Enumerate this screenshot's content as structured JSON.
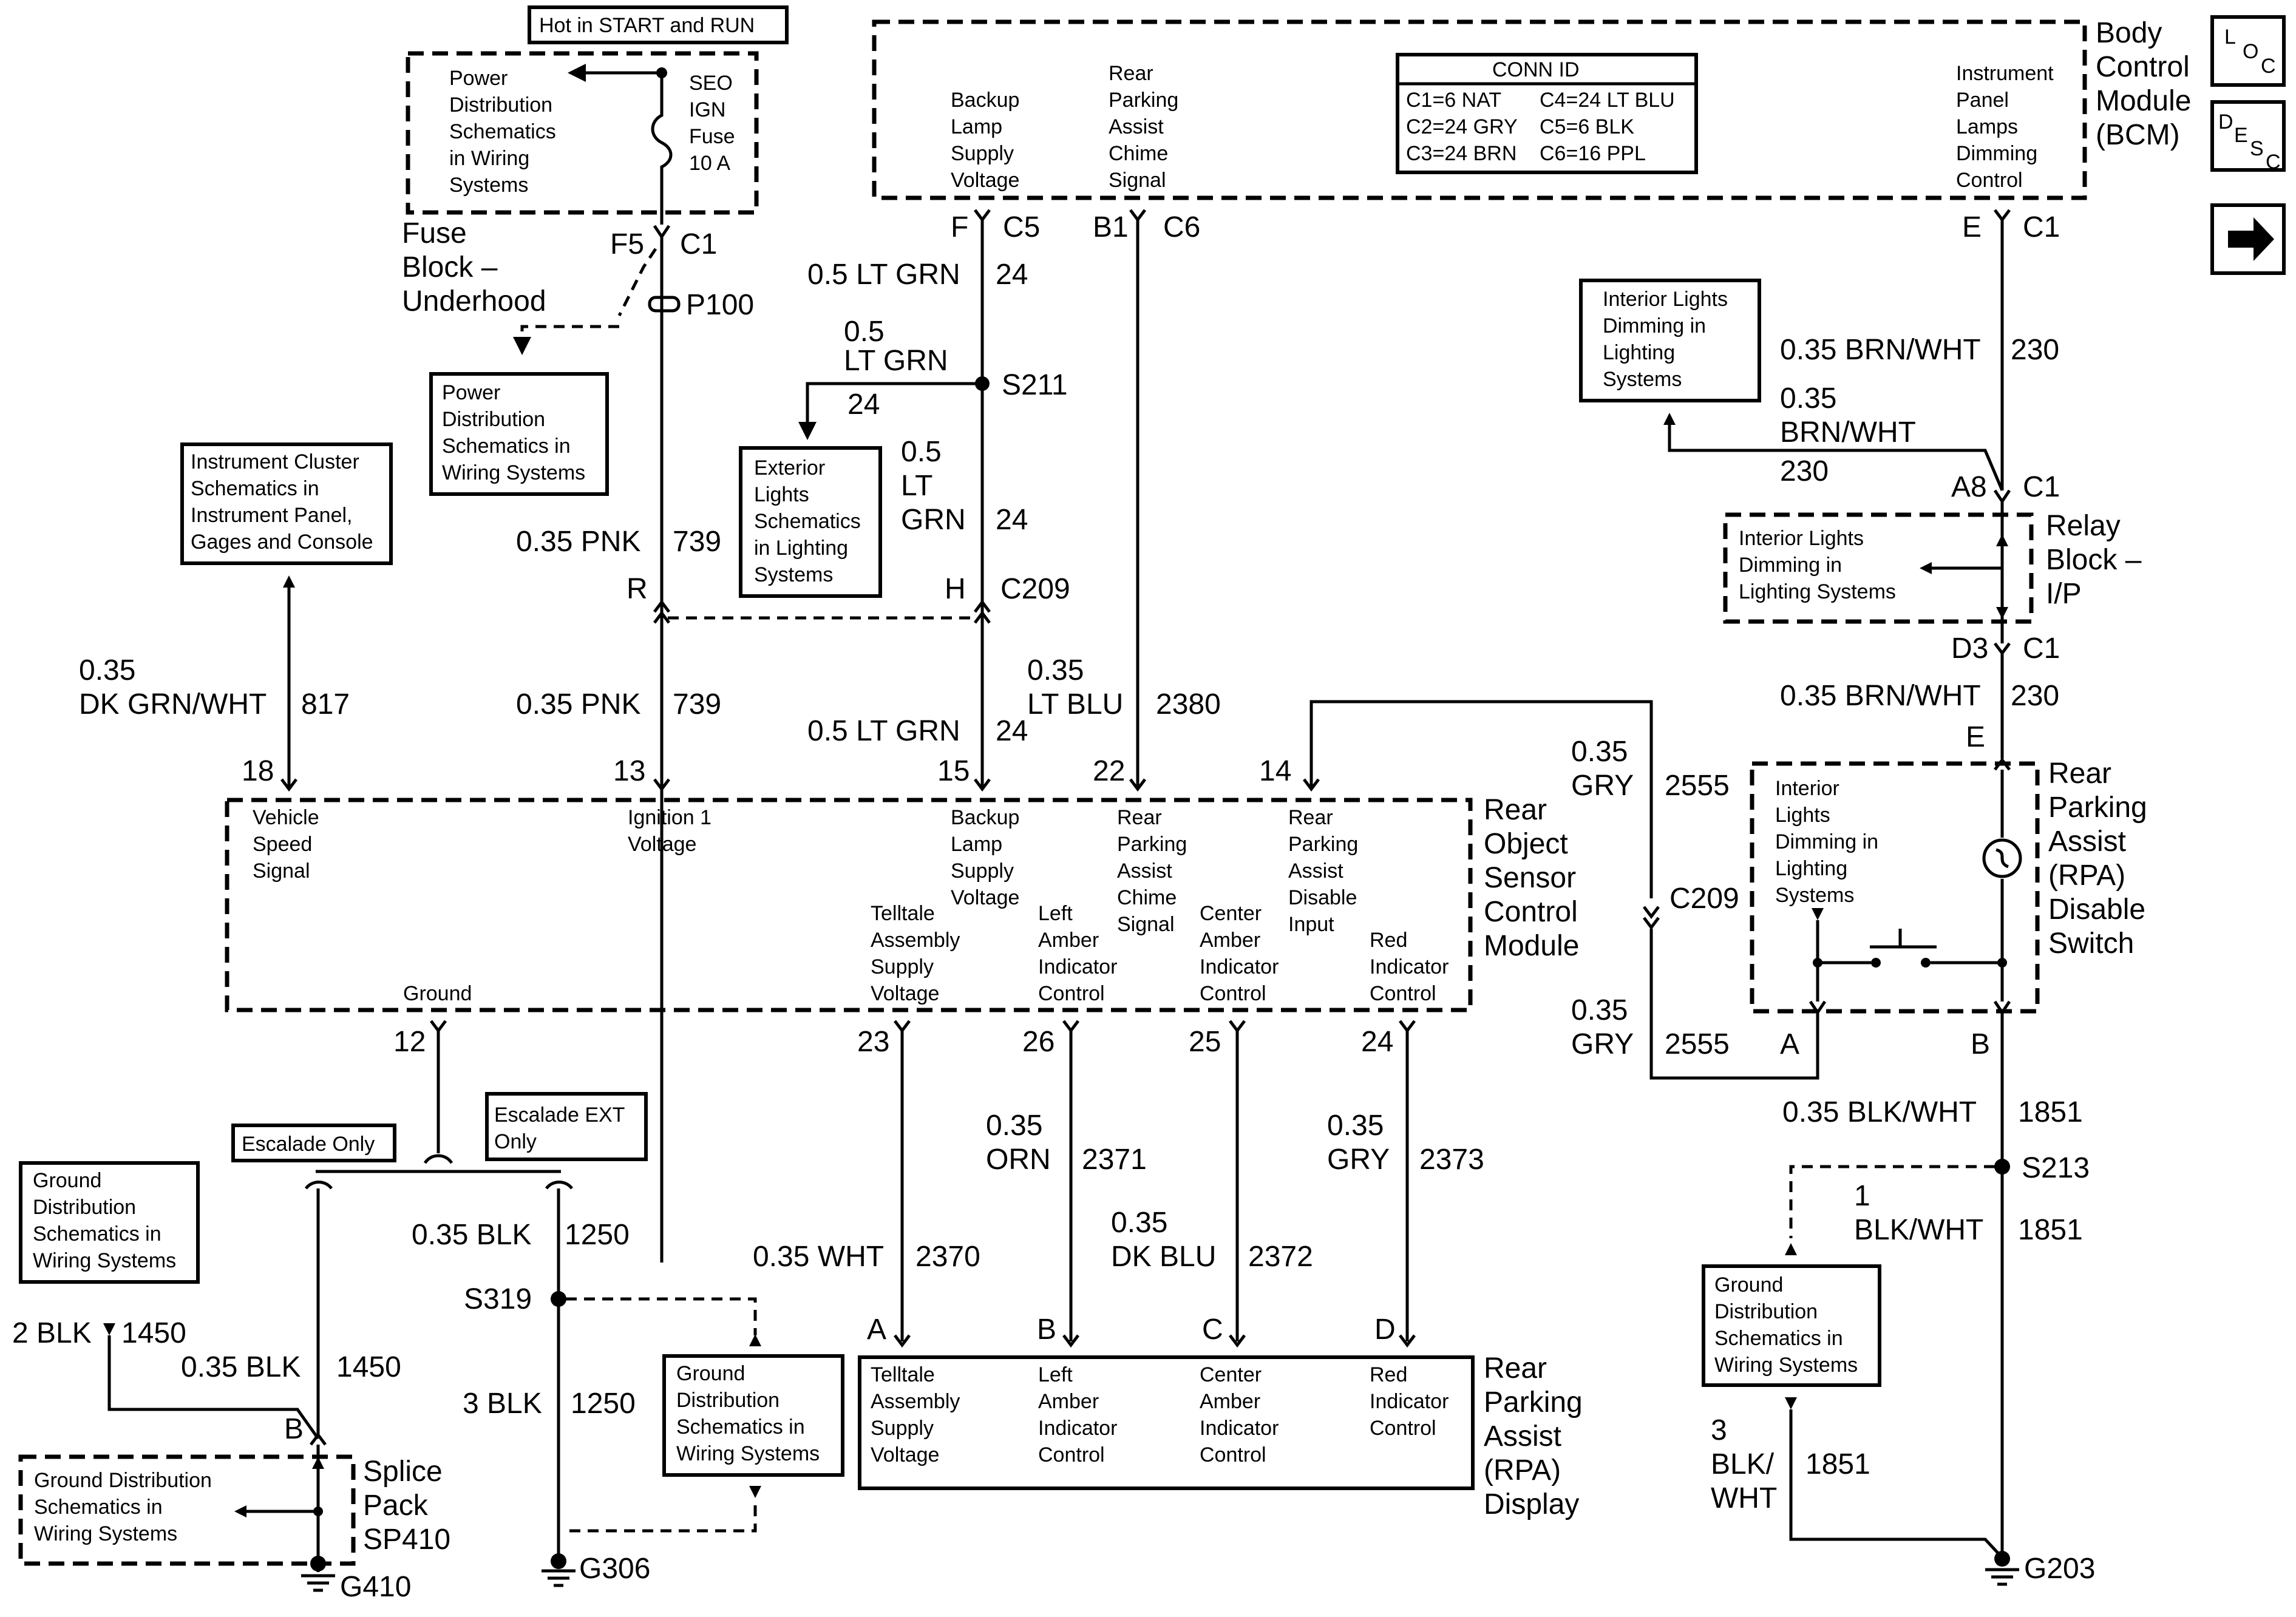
{
  "hot_label": "Hot in START and RUN",
  "power_dist_top": [
    "Power",
    "Distribution",
    "Schematics",
    "in Wiring",
    "Systems"
  ],
  "fuse_label": [
    "SEO",
    "IGN",
    "Fuse",
    "10 A"
  ],
  "fuse_block": [
    "Fuse",
    "Block –",
    "Underhood"
  ],
  "f5": "F5",
  "c1_fuse": "C1",
  "p100": "P100",
  "power_dist_box2": [
    "Power",
    "Distribution",
    "Schematics in",
    "Wiring Systems"
  ],
  "ic_box": [
    "Instrument Cluster",
    "Schematics in",
    "Instrument Panel,",
    "Gages and Console"
  ],
  "wire_dkgrn_a": "0.35",
  "wire_dkgrn_b": "DK GRN/WHT",
  "wire_dkgrn_n": "817",
  "pnk_upper": "0.35 PNK",
  "pnk_upper_n": "739",
  "pnk_lower": "0.35 PNK",
  "pnk_lower_n": "739",
  "pin_r": "R",
  "pin_h": "H",
  "c209_a": "C209",
  "bcm_conn_title": "CONN ID",
  "bcm_conn_rows": [
    [
      "C1=6 NAT",
      "C4=24 LT BLU"
    ],
    [
      "C2=24 GRY",
      "C5=6 BLK"
    ],
    [
      "C3=24 BRN",
      "C6=16 PPL"
    ]
  ],
  "bcm_backup": [
    "Backup",
    "Lamp",
    "Supply",
    "Voltage"
  ],
  "bcm_rear": [
    "Rear",
    "Parking",
    "Assist",
    "Chime",
    "Signal"
  ],
  "bcm_ipl": [
    "Instrument",
    "Panel",
    "Lamps",
    "Dimming",
    "Control"
  ],
  "bcm_title": [
    "Body",
    "Control",
    "Module",
    "(BCM)"
  ],
  "pin_f": "F",
  "c5": "C5",
  "pin_b1": "B1",
  "c6": "C6",
  "pin_e_top": "E",
  "c1_bcm": "C1",
  "ltgrn_upper": "0.5 LT GRN",
  "ltgrn_upper_n": "24",
  "s211": "S211",
  "ltgrn_branch": [
    "0.5",
    "LT GRN"
  ],
  "ltgrn_branch_n": "24",
  "ext_lights_box": [
    "Exterior",
    "Lights",
    "Schematics",
    "in Lighting",
    "Systems"
  ],
  "ltgrn_mid": [
    "0.5",
    "LT",
    "GRN"
  ],
  "ltgrn_mid_n": "24",
  "ltgrn_lower": "0.5 LT GRN",
  "ltgrn_lower_n": "24",
  "ltblu": [
    "0.35",
    "LT BLU"
  ],
  "ltblu_n": "2380",
  "int_dim_box": [
    "Interior Lights",
    "Dimming in",
    "Lighting",
    "Systems"
  ],
  "brnwht_1": "0.35 BRN/WHT",
  "brnwht_1_n": "230",
  "brnwht_2": [
    "0.35",
    "BRN/WHT"
  ],
  "brnwht_2_n": "230",
  "a8": "A8",
  "c1_relay_top": "C1",
  "relay_int": [
    "Interior Lights",
    "Dimming in",
    "Lighting Systems"
  ],
  "relay_title": [
    "Relay",
    "Block –",
    "I/P"
  ],
  "d3": "D3",
  "c1_relay_bot": "C1",
  "brnwht_3": "0.35 BRN/WHT",
  "brnwht_3_n": "230",
  "pin_e_rpa": "E",
  "gry_top": [
    "0.35",
    "GRY"
  ],
  "gry_top_n": "2555",
  "c209_b": "C209",
  "gry_bot": [
    "0.35",
    "GRY"
  ],
  "gry_bot_n": "2555",
  "rpa_int": [
    "Interior",
    "Lights",
    "Dimming in",
    "Lighting",
    "Systems"
  ],
  "rpa_sw_title": [
    "Rear",
    "Parking",
    "Assist",
    "(RPA)",
    "Disable",
    "Switch"
  ],
  "pin_a_sw": "A",
  "pin_b_sw": "B",
  "rosc_pins": [
    "18",
    "13",
    "15",
    "22",
    "14"
  ],
  "rosc_vss": [
    "Vehicle",
    "Speed",
    "Signal"
  ],
  "rosc_ign": [
    "Ignition 1",
    "Voltage"
  ],
  "rosc_backup": [
    "Backup",
    "Lamp",
    "Supply",
    "Voltage"
  ],
  "rosc_chime": [
    "Rear",
    "Parking",
    "Assist",
    "Chime",
    "Signal"
  ],
  "rosc_disable": [
    "Rear",
    "Parking",
    "Assist",
    "Disable",
    "Input"
  ],
  "rosc_telltale": [
    "Telltale",
    "Assembly",
    "Supply",
    "Voltage"
  ],
  "rosc_left": [
    "Left",
    "Amber",
    "Indicator",
    "Control"
  ],
  "rosc_center": [
    "Center",
    "Amber",
    "Indicator",
    "Control"
  ],
  "rosc_red": [
    "Red",
    "Indicator",
    "Control"
  ],
  "rosc_ground": "Ground",
  "rosc_title": [
    "Rear",
    "Object",
    "Sensor",
    "Control",
    "Module"
  ],
  "pin_12": "12",
  "pin_23": "23",
  "pin_26": "26",
  "pin_25": "25",
  "pin_24": "24",
  "escalade_only": "Escalade Only",
  "escalade_ext": [
    "Escalade EXT",
    "Only"
  ],
  "ground_box_left": [
    "Ground",
    "Distribution",
    "Schematics in",
    "Wiring Systems"
  ],
  "blk2": "2 BLK",
  "blk2_n": "1450",
  "blk035a": "0.35 BLK",
  "blk035a_n": "1450",
  "blk035b": "0.35 BLK",
  "blk035b_n": "1250",
  "s319": "S319",
  "blk3": "3 BLK",
  "blk3_n": "1250",
  "ground_box_mid": [
    "Ground",
    "Distribution",
    "Schematics in",
    "Wiring Systems"
  ],
  "pin_b_splice": "B",
  "splice_gd": [
    "Ground Distribution",
    "Schematics in",
    "Wiring Systems"
  ],
  "splice_title": [
    "Splice",
    "Pack",
    "SP410"
  ],
  "g410": "G410",
  "g306": "G306",
  "wht_w": "0.35 WHT",
  "wht_n": "2370",
  "orn_w": [
    "0.35",
    "ORN"
  ],
  "orn_n": "2371",
  "dkblu_w": [
    "0.35",
    "DK BLU"
  ],
  "dkblu_n": "2372",
  "gry2_w": [
    "0.35",
    "GRY"
  ],
  "gry2_n": "2373",
  "disp_pins": [
    "A",
    "B",
    "C",
    "D"
  ],
  "disp_telltale": [
    "Telltale",
    "Assembly",
    "Supply",
    "Voltage"
  ],
  "disp_left": [
    "Left",
    "Amber",
    "Indicator",
    "Control"
  ],
  "disp_center": [
    "Center",
    "Amber",
    "Indicator",
    "Control"
  ],
  "disp_red": [
    "Red",
    "Indicator",
    "Control"
  ],
  "disp_title": [
    "Rear",
    "Parking",
    "Assist",
    "(RPA)",
    "Display"
  ],
  "blkwht_1": "0.35 BLK/WHT",
  "blkwht_1_n": "1851",
  "s213": "S213",
  "blkwht_2": [
    "1",
    "BLK/WHT"
  ],
  "blkwht_2_n": "1851",
  "ground_box_right": [
    "Ground",
    "Distribution",
    "Schematics in",
    "Wiring Systems"
  ],
  "blkwht_3": [
    "3",
    "BLK/",
    "WHT"
  ],
  "blkwht_3_n": "1851",
  "g203": "G203",
  "icon_loc": [
    "L",
    "O",
    "C"
  ],
  "icon_desc": [
    "D",
    "E",
    "S",
    "C"
  ]
}
